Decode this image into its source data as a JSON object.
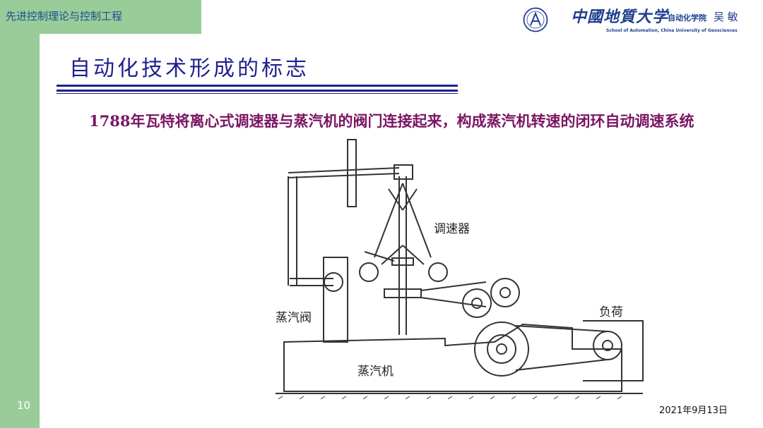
{
  "header": {
    "course_title": "先进控制理论与控制工程",
    "university_name": "中國地質大学",
    "school": "自动化学院",
    "author": "吴 敏",
    "school_english": "School of Automation, China University of Geosciences"
  },
  "slide": {
    "title": "自动化技术形成的标志",
    "body": "1788年瓦特将离心式调速器与蒸汽机的阀门连接起来，构成蒸汽机转速的闭环自动调速系统",
    "page_number": "10",
    "date": "2021年9月13日"
  },
  "figure": {
    "labels": {
      "governor": "调速器",
      "steam_valve": "蒸汽阀",
      "load": "负荷",
      "steam_engine": "蒸汽机"
    }
  }
}
